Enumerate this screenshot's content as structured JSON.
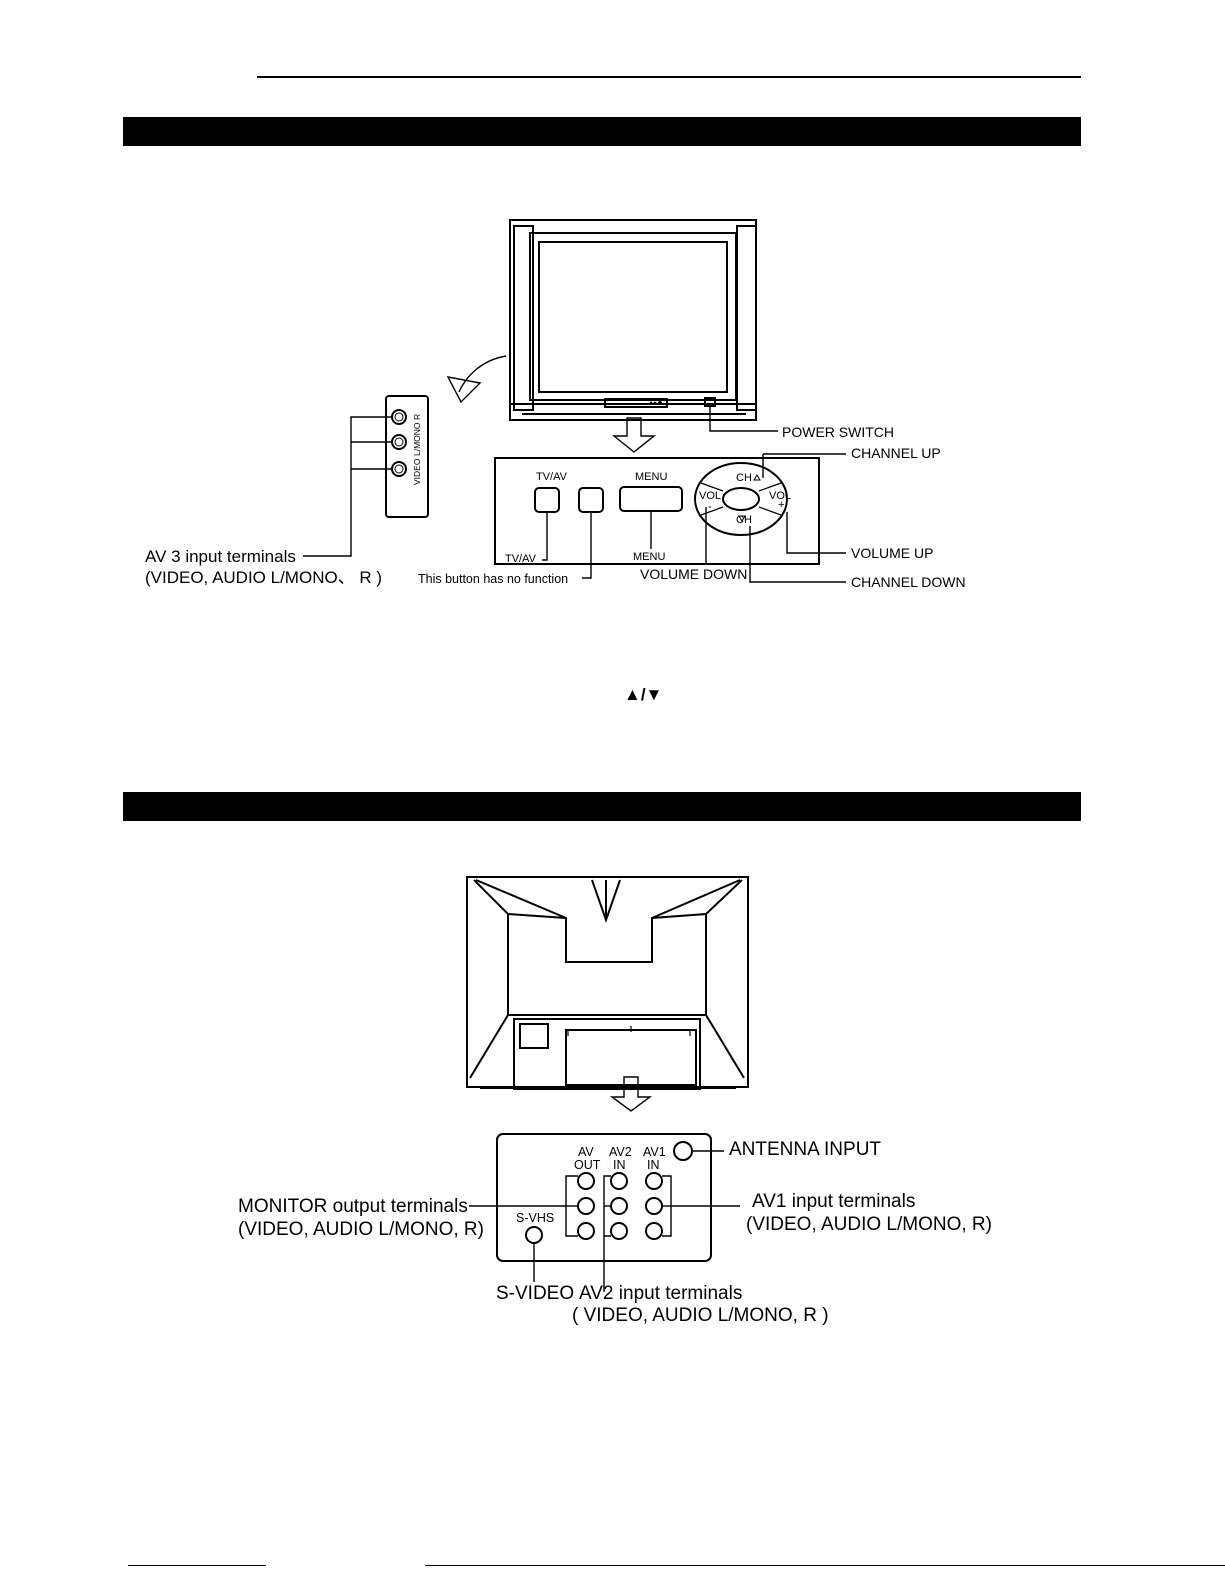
{
  "front_diagram": {
    "side_panel_labels": {
      "video": "VIDEO",
      "audio_l_mono": "L/MONO",
      "audio_r": "R"
    },
    "panel_button_labels": {
      "tv_av": "TV/AV",
      "menu": "MENU",
      "ch_up": "CH",
      "ch_down": "CH",
      "vol_minus": "VOL",
      "vol_plus": "VOL",
      "minus_sign": "-",
      "plus_sign": "+"
    },
    "callouts": {
      "av3_title": "AV 3 input terminals",
      "av3_sub": "(VIDEO, AUDIO L/MONO、 R )",
      "tv_av": "TV/AV",
      "no_function": "This button has no function",
      "menu": "MENU",
      "volume_down": "VOLUME DOWN",
      "power_switch": "POWER SWITCH",
      "channel_up": "CHANNEL UP",
      "volume_up": "VOLUME UP",
      "channel_down": "CHANNEL DOWN"
    }
  },
  "channel_arrows_symbol": "▲/▼",
  "rear_diagram": {
    "panel_labels": {
      "av_out_1": "AV",
      "av_out_2": "OUT",
      "av2_in_1": "AV2",
      "av2_in_2": "IN",
      "av1_in_1": "AV1",
      "av1_in_2": "IN",
      "svhs": "S-VHS"
    },
    "callouts": {
      "antenna_input": "ANTENNA INPUT",
      "monitor_title": "MONITOR output terminals",
      "monitor_sub": "(VIDEO, AUDIO L/MONO,  R)",
      "av1_title": "AV1 input terminals",
      "av1_sub": "(VIDEO, AUDIO L/MONO, R)",
      "s_video": "S-VIDEO",
      "av2_title": "AV2 input terminals",
      "av2_sub": "( VIDEO, AUDIO  L/MONO,  R )"
    }
  }
}
